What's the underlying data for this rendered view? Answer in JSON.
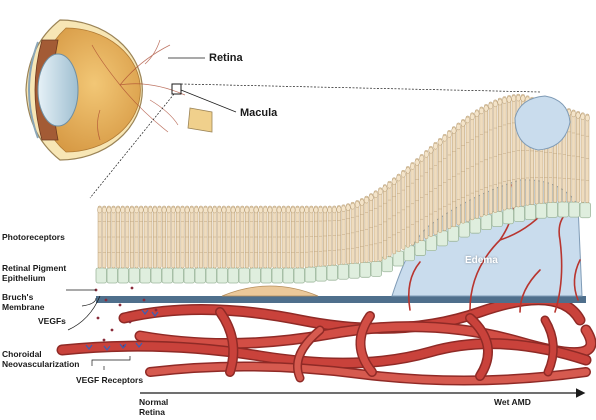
{
  "labels": {
    "retina": "Retina",
    "macula": "Macula",
    "photoreceptors": "Photoreceptors",
    "rpe": [
      "Retinal Pigment",
      "Epithelium"
    ],
    "bruchs": [
      "Bruch's",
      "Membrane"
    ],
    "vegfs": "VEGFs",
    "choroidal_neovascularization": [
      "Choroidal",
      "Neovascularization"
    ],
    "vegf_receptors": "VEGF Receptors",
    "edema": "Edema",
    "axis_start": [
      "Normal",
      "Retina"
    ],
    "axis_end": "Wet AMD"
  },
  "colors": {
    "photoreceptor_fill": "#efdcbe",
    "photoreceptor_stroke": "#b79c73",
    "rpe_fill": "#dfeede",
    "rpe_stroke": "#9fb89e",
    "bruchs_membrane": "#4f6f8c",
    "drusen": "#ebc89a",
    "edema_fill": "#c9dced",
    "vessel": "#c9423b",
    "vessel_dark": "#8f2a26",
    "eye_sclera": "#f6dfa6",
    "eye_retina": "#d9a253",
    "iris": "#9a5a36",
    "lens": "#bcd6e3"
  }
}
